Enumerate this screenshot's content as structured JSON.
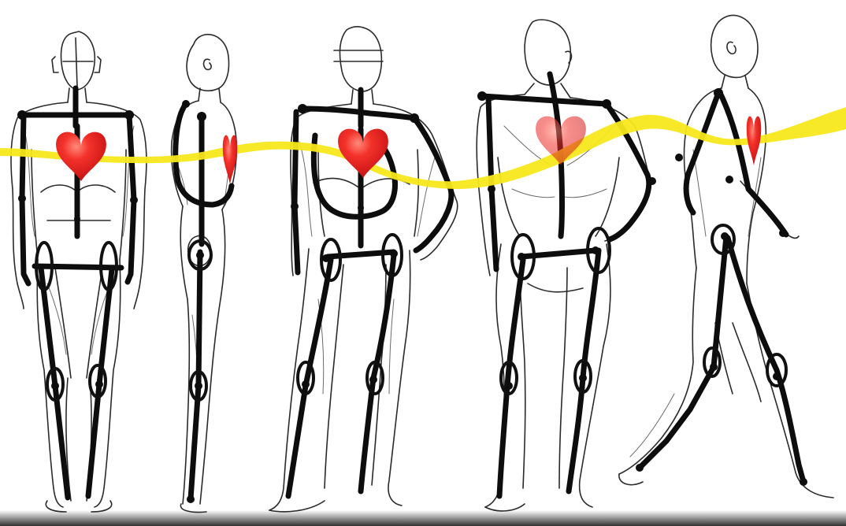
{
  "figures": [
    {
      "name": "front-view",
      "heart": "visible"
    },
    {
      "name": "side-view",
      "heart": "visible"
    },
    {
      "name": "three-quarter-front-view",
      "heart": "visible"
    },
    {
      "name": "back-view",
      "heart": "faded"
    },
    {
      "name": "walking-side-view",
      "heart": "visible"
    }
  ],
  "colors": {
    "line": "#111111",
    "heart": "#e8191c",
    "wave": "#f7e81b",
    "ground_shadow": "#3a3a3a",
    "background": "#ffffff"
  },
  "icons": [
    "heart-icon",
    "wave-line"
  ]
}
